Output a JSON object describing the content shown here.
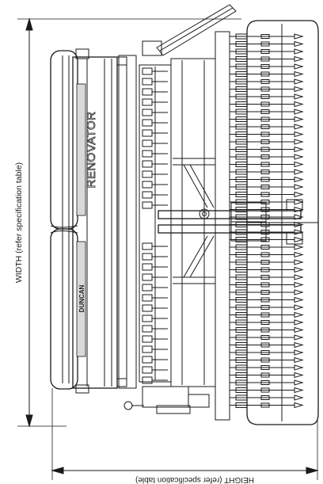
{
  "dimensions": {
    "width_label": "WIDTH (refer specification table)",
    "height_label": "HEIGHT (refer specification table)"
  },
  "machine": {
    "model_decal": "RENOVATOR",
    "brand_decal": "DUNCAN"
  },
  "colors": {
    "line": "#1a1a1a",
    "background": "#ffffff",
    "decal_fill": "#d9d9d9"
  }
}
